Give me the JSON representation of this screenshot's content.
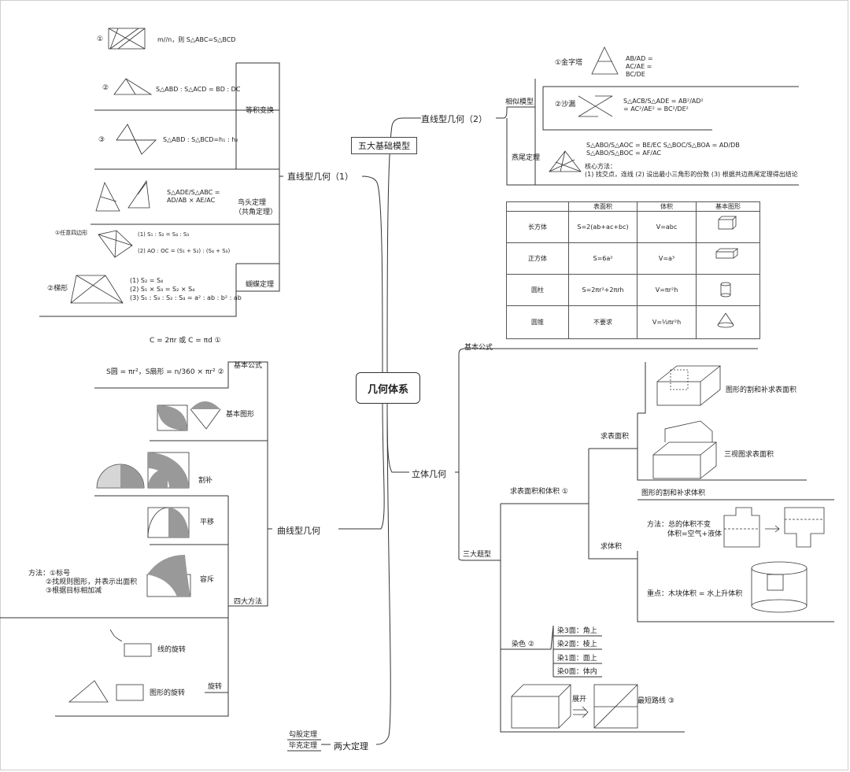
{
  "root": "几何体系",
  "branches": {
    "five_models": "五大基础模型",
    "line_geo_2": "直线型几何（2）",
    "line_geo_1": "直线型几何（1）",
    "solid_geo": "立体几何",
    "curve_geo": "曲线型几何",
    "two_theorems": "两大定理"
  },
  "line2": {
    "similar_model": "相似模型",
    "pyramid": "①金字塔",
    "pyramid_formula": "AB/AD = AC/AE = BC/DE",
    "hourglass": "②沙漏",
    "hourglass_formula": "S△ACB/S△ADE = AB²/AD² = AC²/AE² = BC²/DE²",
    "swallowtail": "燕尾定理",
    "swallowtail_formula": "S△ABO/S△AOC = BE/EC   S△BOC/S△BOA = AD/DB   S△ABO/S△BOC = AF/AC",
    "core_method_title": "核心方法：",
    "core_method": "(1) 找交点，连线 (2) 设出最小三角形的份数 (3) 根据共边燕尾定理得出结论"
  },
  "line1": {
    "equal_area": "等积变换",
    "item1": "m//n，则 S△ABC=S△BCD",
    "item2": "S△ABD : S△ACD = BD : DC",
    "item3": "S△ABD : S△BCD=h₁ : h₂",
    "bird_head": "鸟头定理",
    "bird_head_sub": "（共角定理）",
    "bird_formula": "S△ADE/S△ABC = AD/AB × AE/AC",
    "butterfly": "蝴蝶定理",
    "quad_label": "①任意四边形",
    "quad_f1": "(1)  S₁ : S₂ = S₄ : S₃",
    "quad_f2": "(2)  AO : OC = (S₁ + S₂) : (S₄ + S₃)",
    "trap_label": "②梯形",
    "trap_f1": "(1) S₂ = S₄",
    "trap_f2": "(2) S₁ × S₃ = S₂ × S₄",
    "trap_f3": "(3) S₁ : S₃ : S₂ : S₄ = a² : ab : b² : ab"
  },
  "solid": {
    "basic_formula": "基本公式",
    "table_headers": [
      "",
      "表面积",
      "体积",
      "基本图形"
    ],
    "table_rows": [
      [
        "长方体",
        "S=2(ab+ac+bc)",
        "V=abc"
      ],
      [
        "正方体",
        "S=6a²",
        "V=a³"
      ],
      [
        "圆柱",
        "S=2πr²+2πrh",
        "V=πr²h"
      ],
      [
        "圆锥",
        "不要求",
        "V=⅓πr²h"
      ]
    ],
    "three_types": "三大题型",
    "surface_volume": "求表面积和体积 ①",
    "find_surface": "求表面积",
    "surface_a": "图形的割和补求表面积",
    "surface_b": "三视图求表面积",
    "find_volume": "求体积",
    "vol_a_title": "图形的割和补求体积",
    "vol_a_method1": "方法：总的体积不变",
    "vol_a_method2": "体积=空气+液体",
    "vol_b": "重点：木块体积 = 水上升体积",
    "dye": "染色 ②",
    "dye_items": [
      "染3面：角上",
      "染2面：棱上",
      "染1面：面上",
      "染0面：体内"
    ],
    "unfold": "展开",
    "shortest": "最短路线 ③"
  },
  "curve": {
    "circumference": "C = 2πr 或 C = πd ①",
    "area": "S圆 = πr²，S扇形 = n/360 × πr² ②",
    "basic_formula": "基本公式",
    "basic_shapes": "基本图形",
    "cut_fill": "割补",
    "translate": "平移",
    "incl_excl": "容斥",
    "method1": "方法：①标号",
    "method2": "②找规则图形，并表示出面积",
    "method3": "③根据目标相加减",
    "four_methods": "四大方法",
    "line_rotation": "线的旋转",
    "shape_rotation": "图形的旋转",
    "rotation": "旋转"
  },
  "theorems": {
    "pythagoras": "勾股定理",
    "bika": "毕克定理"
  }
}
